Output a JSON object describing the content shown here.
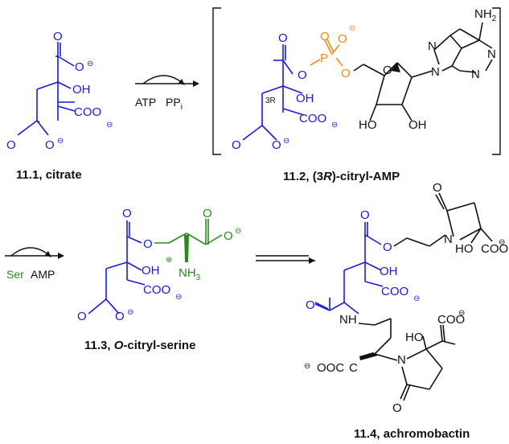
{
  "colors": {
    "blue": "#1a1adb",
    "green": "#2a8a1e",
    "orange": "#f08a16",
    "black": "#111111"
  },
  "labels": {
    "c1": {
      "num": "11.1",
      "name": "citrate"
    },
    "c2": {
      "num": "11.2",
      "pre": "(3",
      "R": "R",
      "post": ")-citryl-AMP"
    },
    "c3": {
      "num": "11.3",
      "O": "O",
      "post": "-citryl-serine"
    },
    "c4": {
      "num": "11.4",
      "name": "achromobactin"
    }
  },
  "reagents": {
    "step1_a": "ATP",
    "step1_b": "PP",
    "step1_sub": "i",
    "step2_a": "Ser",
    "step2_b": "AMP"
  },
  "atoms": {
    "O": "O",
    "OH": "OH",
    "HO": "HO",
    "N": "N",
    "NH": "NH",
    "NH2": "NH",
    "NH3": "NH",
    "sub2": "2",
    "sub3": "3",
    "P": "P",
    "COO": "COO",
    "OOC": "OOC",
    "minus": "⊖",
    "plus": "⊕",
    "stereo": "3R"
  }
}
